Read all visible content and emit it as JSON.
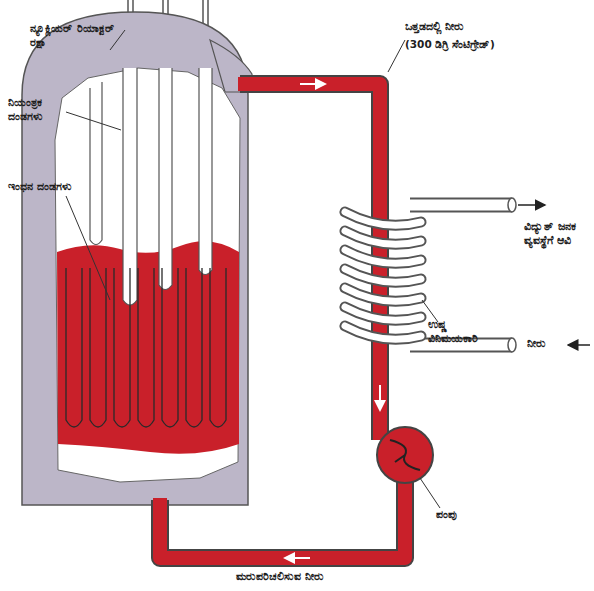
{
  "diagram": {
    "labels": [
      "ನ್ಯೂಕ್ಲಿಯರ್ ರಿಯಾಕ್ಟರ್ ರಕ್ಷಾ",
      "ನಿಯಂತ್ರಕ ದಂಡಗಳು",
      "ಇಂಧನ ದಂಡಗಳು",
      "ಒತ್ತಡದಲ್ಲಿ ನೀರು",
      "(300 ಡಿಗ್ರಿ ಸೆಂಟಿಗ್ರೇಡ್)",
      "ವಿದ್ಯುತ್ ಜನಕ ವ್ಯವಸ್ಥೆಗೆ ಆವಿ",
      "ಉಷ್ಣ ವಿನಿಮಯಕಾರಿ",
      "ನೀರು",
      "ಪಂಪು",
      "ಮರುಪರಿಚಲಿಸುವ ನೀರು"
    ]
  }
}
